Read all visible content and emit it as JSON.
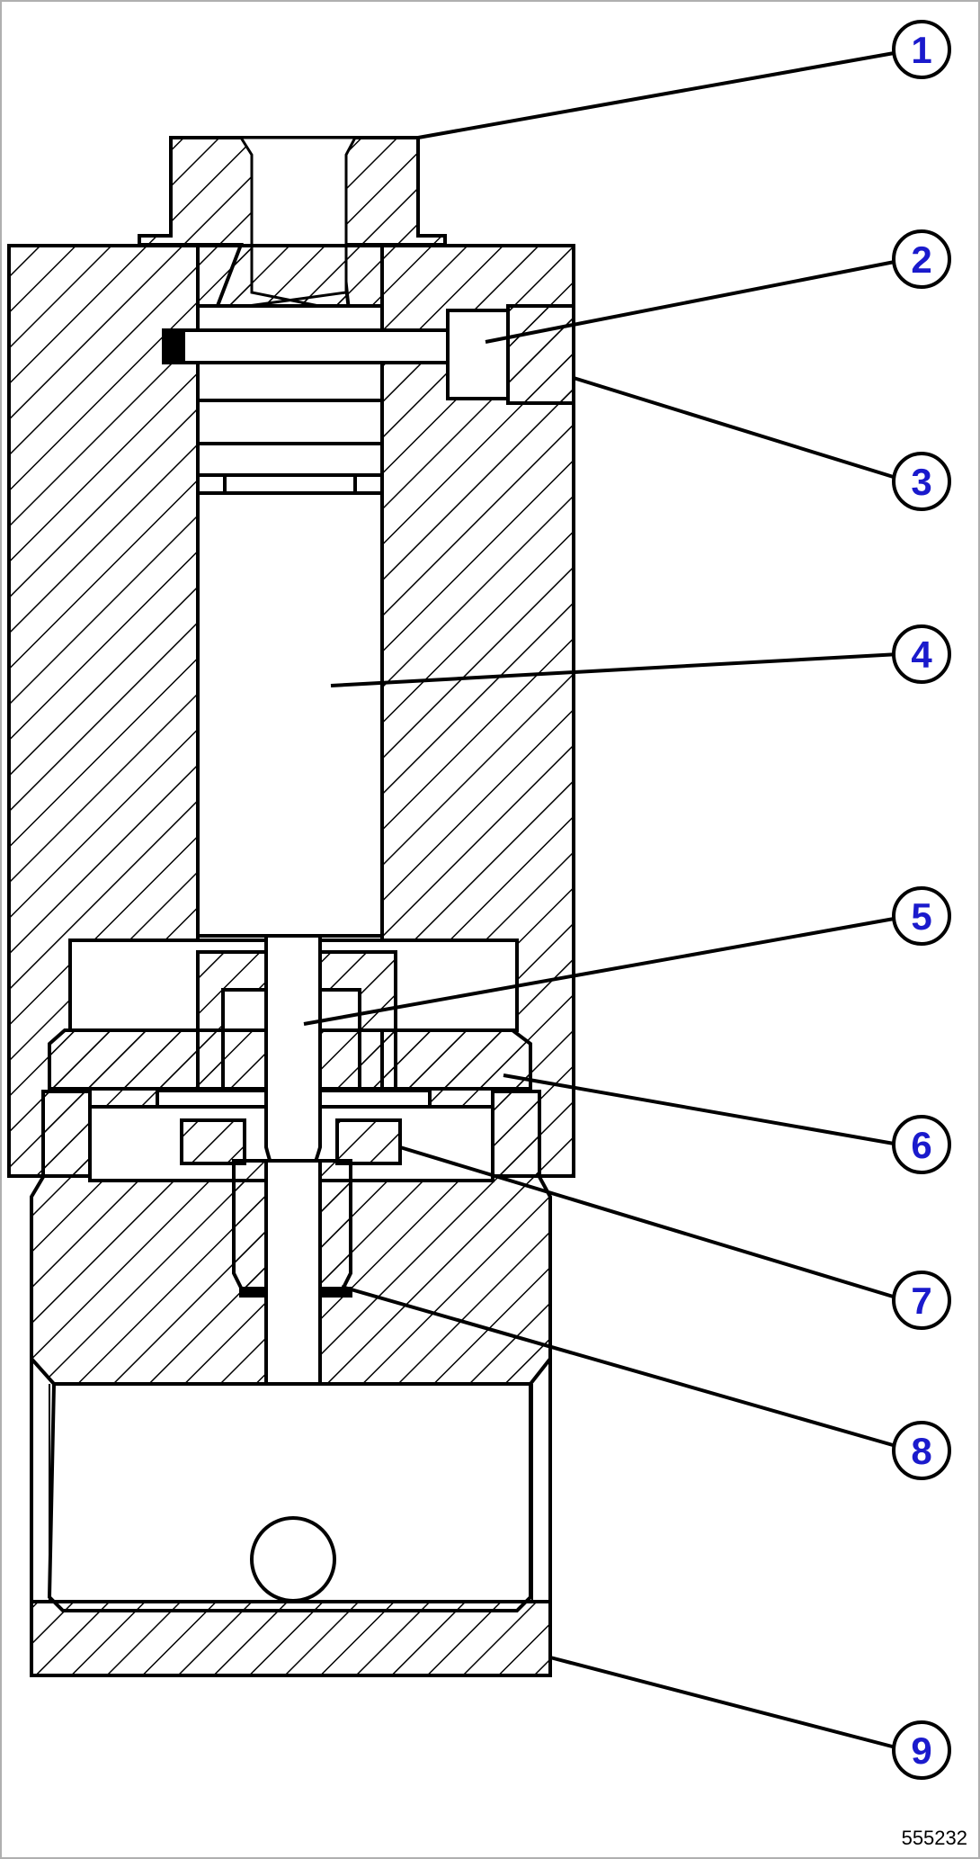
{
  "diagram": {
    "reference_code": "555232",
    "colors": {
      "line": "#000000",
      "callout_text": "#1a1acc",
      "background": "#ffffff",
      "frame": "#b0b0b0"
    },
    "callouts": [
      "1",
      "2",
      "3",
      "4",
      "5",
      "6",
      "7",
      "8",
      "9"
    ]
  }
}
